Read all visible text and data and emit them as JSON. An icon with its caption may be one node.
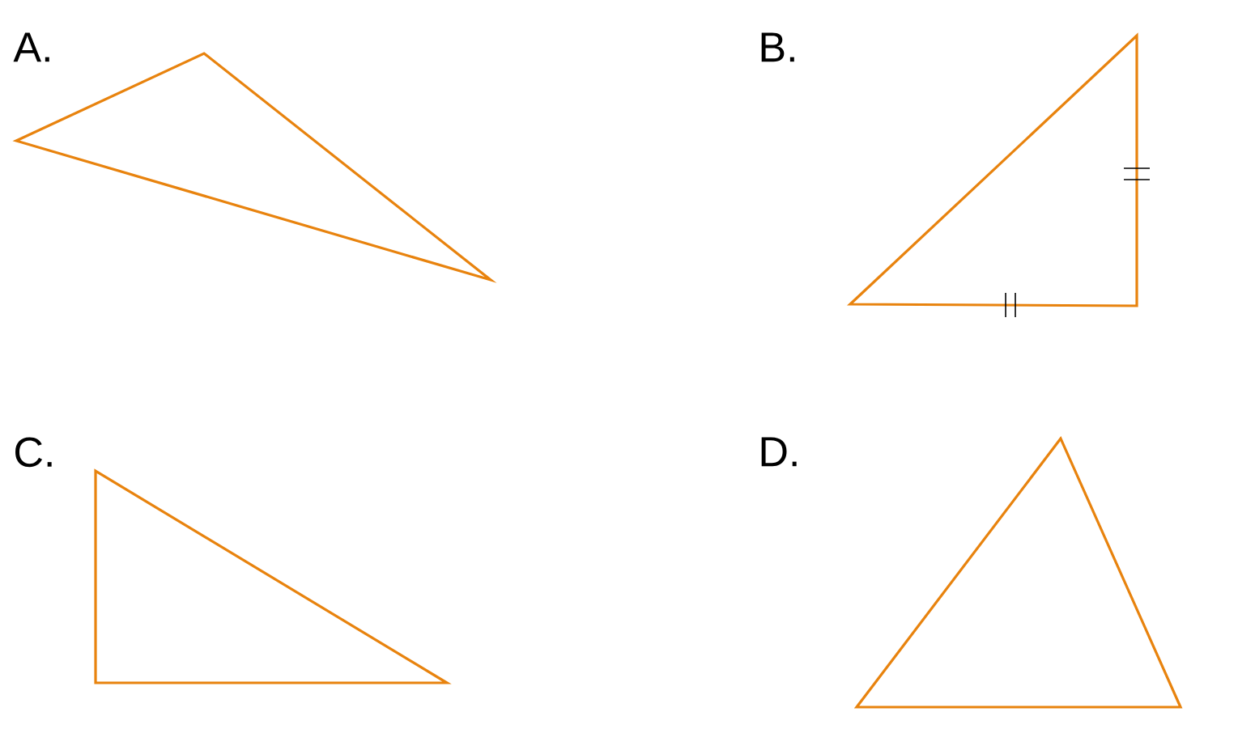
{
  "diagram": {
    "labels": [
      "A.",
      "B.",
      "C.",
      "D."
    ]
  }
}
